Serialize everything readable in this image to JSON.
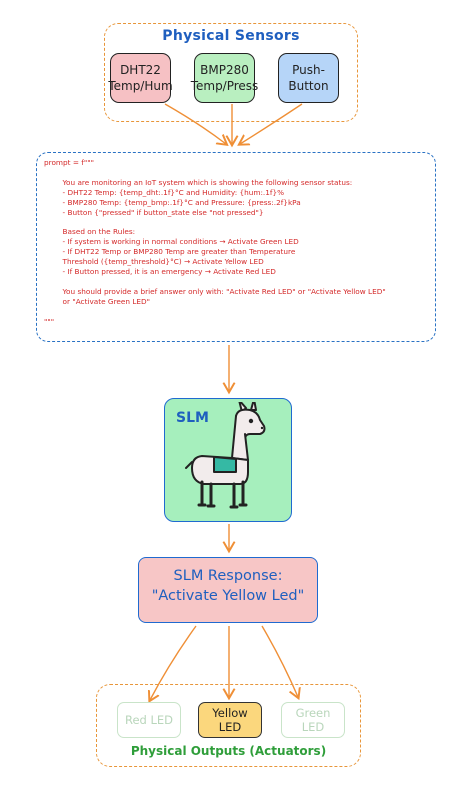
{
  "sensors": {
    "title": "Physical Sensors",
    "items": [
      {
        "label": "DHT22\nTemp/Hum"
      },
      {
        "label": "BMP280\nTemp/Press"
      },
      {
        "label": "Push-\nButton"
      }
    ]
  },
  "prompt": {
    "text": "prompt = f\"\"\"\n\n        You are monitoring an IoT system which is showing the following sensor status:\n        - DHT22 Temp: {temp_dht:.1f}°C and Humidity: {hum:.1f}%\n        - BMP280 Temp: {temp_bmp:.1f}°C and Pressure: {press:.2f}kPa\n        - Button {\"pressed\" if button_state else \"not pressed\"}\n\n        Based on the Rules:\n        - If system is working in normal conditions → Activate Green LED\n        - If DHT22 Temp or BMP280 Temp are greater than Temperature\n        Threshold ({temp_threshold}°C) → Activate Yellow LED\n        - If Button pressed, it is an emergency → Activate Red LED\n\n        You should provide a brief answer only with: \"Activate Red LED\" or \"Activate Yellow LED\"\n        or \"Activate Green LED\"\n\n\"\"\""
  },
  "slm": {
    "label": "SLM"
  },
  "response": {
    "text": "SLM Response:\n\"Activate Yellow Led\""
  },
  "outputs": {
    "title": "Physical Outputs (Actuators)",
    "items": [
      {
        "label": "Red LED",
        "state": "inactive"
      },
      {
        "label": "Yellow\nLED",
        "state": "active"
      },
      {
        "label": "Green\nLED",
        "state": "inactive"
      }
    ]
  },
  "colors": {
    "arrow": "#ef8f36",
    "sensor_group_border": "#e8963a",
    "prompt_border": "#2a72c4",
    "prompt_text": "#d42a2a",
    "slm_fill": "#a6efbd",
    "response_fill": "#f7c6c6",
    "active_led_fill": "#fbd77d"
  }
}
